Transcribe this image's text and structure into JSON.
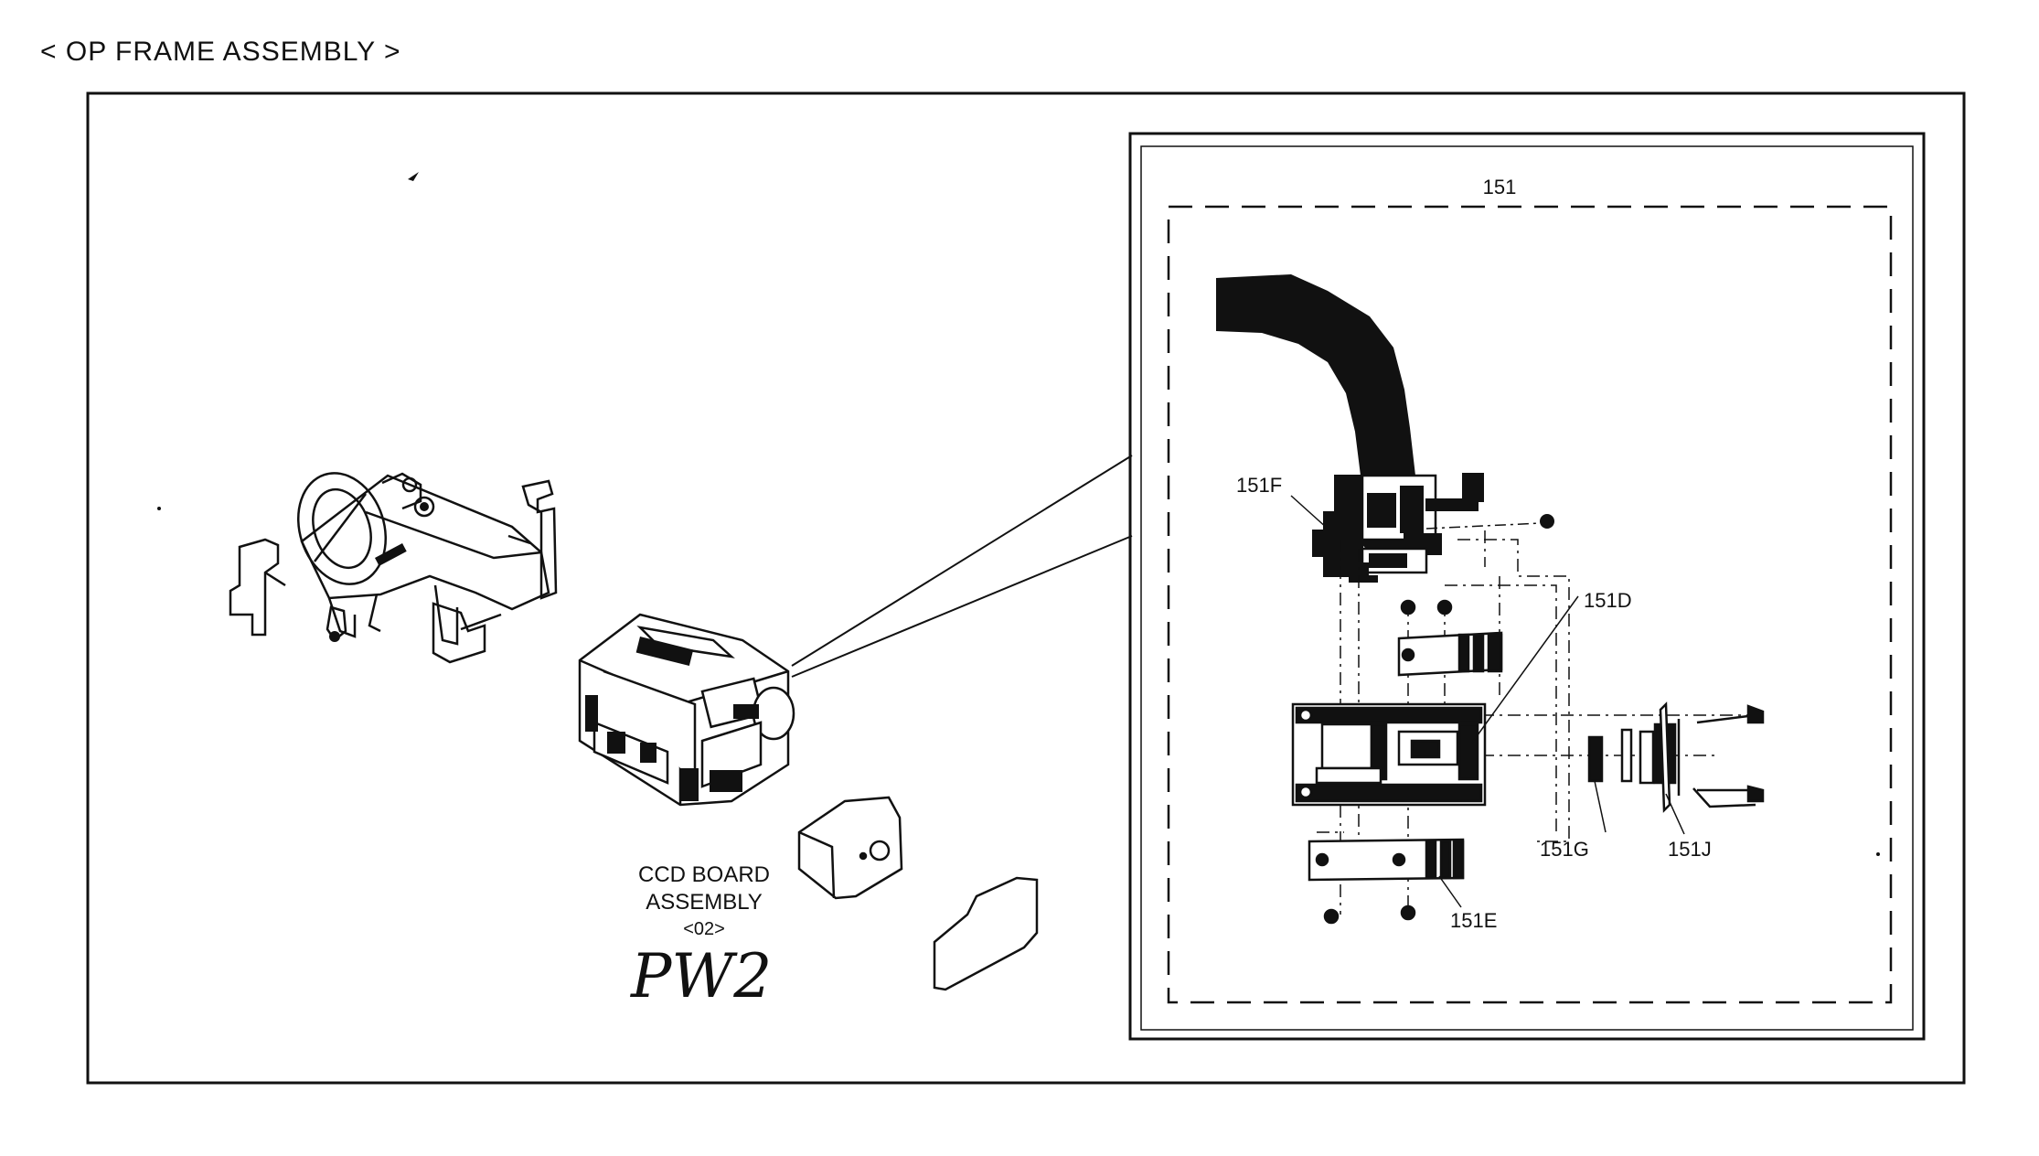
{
  "page": {
    "title": "< OP FRAME ASSEMBLY >"
  },
  "diagram": {
    "inset_label": "151",
    "callouts": {
      "c151F": "151F",
      "c151D": "151D",
      "c151G": "151G",
      "c151J": "151J",
      "c151E": "151E"
    },
    "ccd_label": {
      "line1": "CCD BOARD",
      "line2": "ASSEMBLY",
      "line3": "<02>"
    },
    "handwritten_note": "PW2"
  },
  "colors": {
    "ink": "#111111",
    "paper": "#ffffff"
  }
}
